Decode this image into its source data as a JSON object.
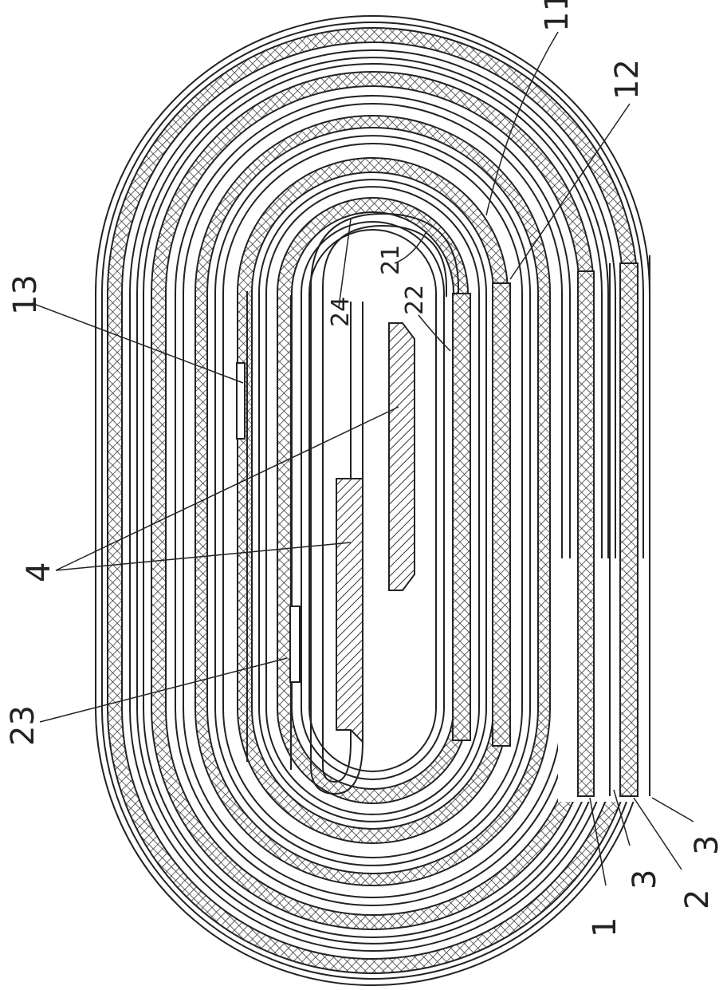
{
  "figure": {
    "labels": {
      "l11": "11",
      "l12": "12",
      "l13": "13",
      "l24": "24",
      "l21": "21",
      "l22": "22",
      "l4": "4",
      "l23": "23",
      "l1": "1",
      "l3a": "3",
      "l2": "2",
      "l3b": "3"
    }
  }
}
